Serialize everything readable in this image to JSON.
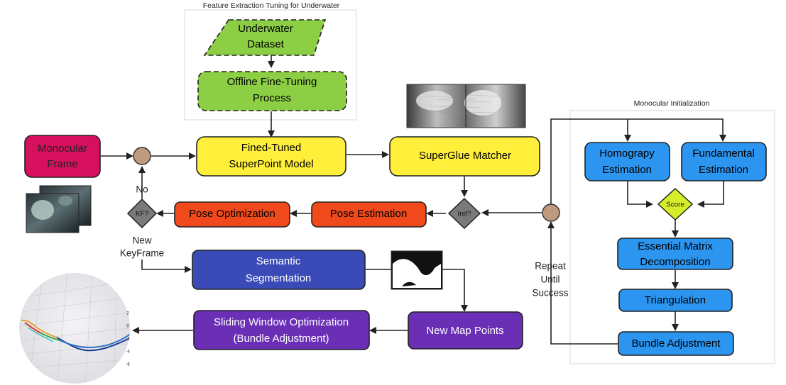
{
  "groups": {
    "feature_tuning_title": "Feature Extraction Tuning for Underwater",
    "mono_init_title": "Monocular Initialization"
  },
  "nodes": {
    "underwater_dataset": [
      "Underwater",
      "Dataset"
    ],
    "offline_finetuning": [
      "Offline Fine-Tuning",
      "Process"
    ],
    "monocular_frame": [
      "Monocular",
      "Frame"
    ],
    "superpoint": [
      "Fined-Tuned",
      "SuperPoint Model"
    ],
    "superglue": "SuperGlue Matcher",
    "pose_optimization": "Pose Optimization",
    "pose_estimation": "Pose Estimation",
    "semantic_segmentation": [
      "Semantic",
      "Segmentation"
    ],
    "sliding_window": [
      "Sliding Window Optimization",
      "(Bundle Adjustment)"
    ],
    "new_map_points": "New Map Points",
    "homography": [
      "Homograpy",
      "Estimation"
    ],
    "fundamental": [
      "Fundamental",
      "Estimation"
    ],
    "score": "Score",
    "essential_matrix": [
      "Essential Matrix",
      "Decomposition"
    ],
    "triangulation": "Triangulation",
    "bundle_adjustment": "Bundle Adjustment",
    "kf_decision": "KF?",
    "init_decision": "Init?"
  },
  "labels": {
    "no": "No",
    "new_keyframe": [
      "New",
      "KeyFrame"
    ],
    "repeat_until_success": [
      "Repeat",
      "Until",
      "Success"
    ]
  },
  "plot_ticks": [
    "2",
    "0",
    "-2",
    "-4",
    "-6"
  ],
  "colors": {
    "magenta": "#d6105f",
    "yellow": "#ffef3a",
    "green": "#8ccf45",
    "orange_red": "#f04a1c",
    "indigo": "#3a4bb8",
    "purple": "#6a2fb5",
    "blue": "#2b95f0",
    "lime": "#d6ee2a",
    "gray_diamond": "#7a7a7a",
    "junction": "#c09a7e"
  },
  "icons": [
    "feature-match-image",
    "segmentation-mask-image",
    "frames-image",
    "trajectory-plot-image"
  ]
}
